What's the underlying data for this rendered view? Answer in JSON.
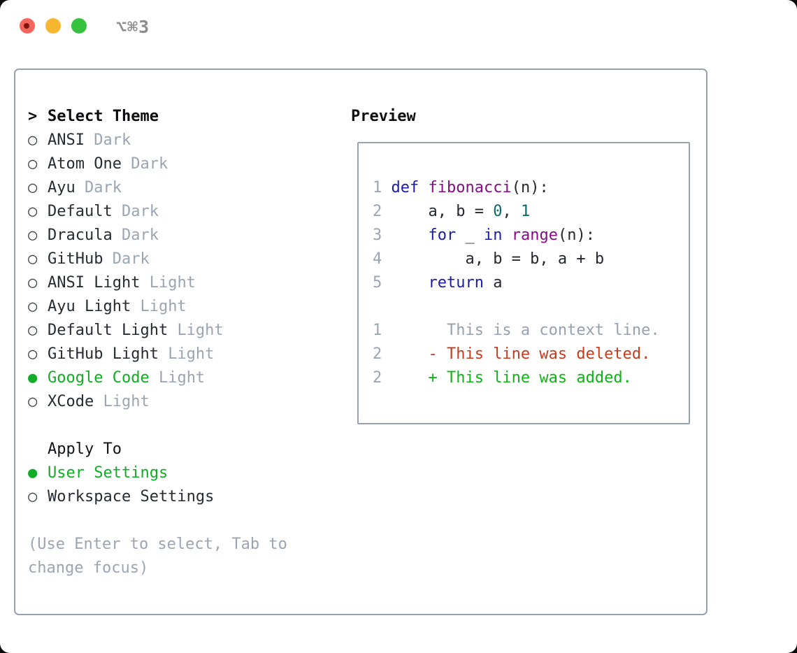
{
  "window": {
    "title": "⌥⌘3",
    "traffic_lights": {
      "close": "close-button",
      "minimize": "minimize-button",
      "zoom": "zoom-button"
    }
  },
  "glyphs": {
    "focus_marker": ">",
    "radio_unselected": "○",
    "radio_selected": "●"
  },
  "theme_panel": {
    "title": "Select Theme",
    "items": [
      {
        "name": "ANSI",
        "variant": "Dark",
        "selected": false
      },
      {
        "name": "Atom One",
        "variant": "Dark",
        "selected": false
      },
      {
        "name": "Ayu",
        "variant": "Dark",
        "selected": false
      },
      {
        "name": "Default",
        "variant": "Dark",
        "selected": false
      },
      {
        "name": "Dracula",
        "variant": "Dark",
        "selected": false
      },
      {
        "name": "GitHub",
        "variant": "Dark",
        "selected": false
      },
      {
        "name": "ANSI Light",
        "variant": "Light",
        "selected": false
      },
      {
        "name": "Ayu Light",
        "variant": "Light",
        "selected": false
      },
      {
        "name": "Default Light",
        "variant": "Light",
        "selected": false
      },
      {
        "name": "GitHub Light",
        "variant": "Light",
        "selected": false
      },
      {
        "name": "Google Code",
        "variant": "Light",
        "selected": true
      },
      {
        "name": "XCode",
        "variant": "Light",
        "selected": false
      }
    ],
    "apply_to": {
      "title": "Apply To",
      "options": [
        {
          "label": "User Settings",
          "selected": true
        },
        {
          "label": "Workspace Settings",
          "selected": false
        }
      ]
    },
    "hint_lines": [
      "(Use Enter to select, Tab to",
      "change focus)"
    ]
  },
  "preview_panel": {
    "title": "Preview",
    "code_lines": [
      {
        "num": "1",
        "spans": [
          {
            "t": "def",
            "c": "kwd"
          },
          {
            "t": " ",
            "c": "pln"
          },
          {
            "t": "fibonacci",
            "c": "typ"
          },
          {
            "t": "(n):",
            "c": "pln"
          }
        ]
      },
      {
        "num": "2",
        "spans": [
          {
            "t": "    a, b = ",
            "c": "pln"
          },
          {
            "t": "0",
            "c": "lit"
          },
          {
            "t": ", ",
            "c": "pln"
          },
          {
            "t": "1",
            "c": "lit"
          }
        ]
      },
      {
        "num": "3",
        "spans": [
          {
            "t": "    ",
            "c": "pln"
          },
          {
            "t": "for",
            "c": "kwd"
          },
          {
            "t": " _ ",
            "c": "pln"
          },
          {
            "t": "in",
            "c": "kwd"
          },
          {
            "t": " ",
            "c": "pln"
          },
          {
            "t": "range",
            "c": "typ"
          },
          {
            "t": "(n):",
            "c": "pln"
          }
        ]
      },
      {
        "num": "4",
        "spans": [
          {
            "t": "        a, b = b, a + b",
            "c": "pln"
          }
        ]
      },
      {
        "num": "5",
        "spans": [
          {
            "t": "    ",
            "c": "pln"
          },
          {
            "t": "return",
            "c": "kwd"
          },
          {
            "t": " a",
            "c": "pln"
          }
        ]
      }
    ],
    "diff_lines": [
      {
        "num": "1",
        "body": "       This is a context line.",
        "kind": "context"
      },
      {
        "num": "2",
        "body": "     - This line was deleted.",
        "kind": "deleted"
      },
      {
        "num": "2",
        "body": "     + This line was added.",
        "kind": "added"
      }
    ]
  },
  "colors": {
    "accent_green": "#10ad25",
    "muted_gray": "#9ba5b2",
    "border_gray": "#98a1ad",
    "keyword_blue": "#1b1ba8",
    "function_purple": "#840d84",
    "literal_teal": "#0d6868",
    "diff_red": "#c63a1e",
    "diff_green": "#0db414",
    "traffic_red": "#f4655e",
    "traffic_yellow": "#f6b62f",
    "traffic_green": "#36c23f"
  }
}
